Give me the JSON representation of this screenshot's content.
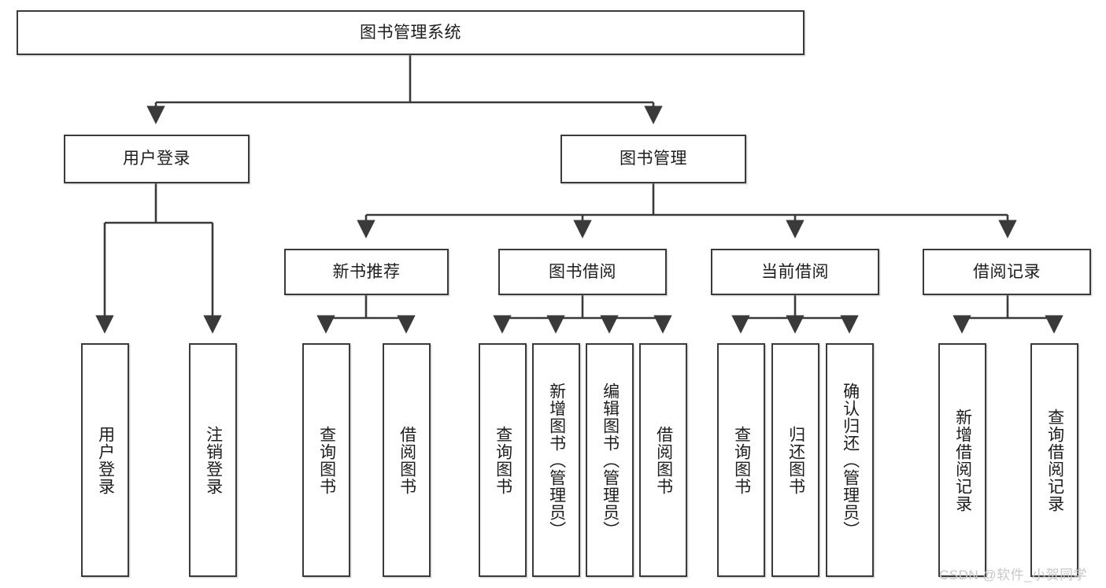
{
  "diagram": {
    "type": "tree-hierarchy-chart",
    "title": "图书管理系统",
    "orientation": "top-down",
    "colors": {
      "box_border": "#3a3a3a",
      "box_fill": "#ffffff",
      "connector": "#3a3a3a",
      "text": "#1d1d1d",
      "background": "#ffffff",
      "watermark": "#c8c8c8"
    },
    "levels": {
      "root": {
        "label": "图书管理系统"
      },
      "level2": [
        {
          "label": "用户登录"
        },
        {
          "label": "图书管理"
        }
      ],
      "level3": [
        {
          "label": "新书推荐"
        },
        {
          "label": "图书借阅"
        },
        {
          "label": "当前借阅"
        },
        {
          "label": "借阅记录"
        }
      ],
      "leaves": {
        "user_login": [
          {
            "label": "用户登录"
          },
          {
            "label": "注销登录"
          }
        ],
        "new_book_recommend": [
          {
            "label": "查询图书"
          },
          {
            "label": "借阅图书"
          }
        ],
        "book_borrow": [
          {
            "label": "查询图书"
          },
          {
            "label": "新增图书（管理员）"
          },
          {
            "label": "编辑图书（管理员）"
          },
          {
            "label": "借阅图书"
          }
        ],
        "current_borrow": [
          {
            "label": "查询图书"
          },
          {
            "label": "归还图书"
          },
          {
            "label": "确认归还（管理员）"
          }
        ],
        "borrow_record": [
          {
            "label": "新增借阅记录"
          },
          {
            "label": "查询借阅记录"
          }
        ]
      }
    },
    "watermark": "CSDN @软件_小贺同学"
  }
}
